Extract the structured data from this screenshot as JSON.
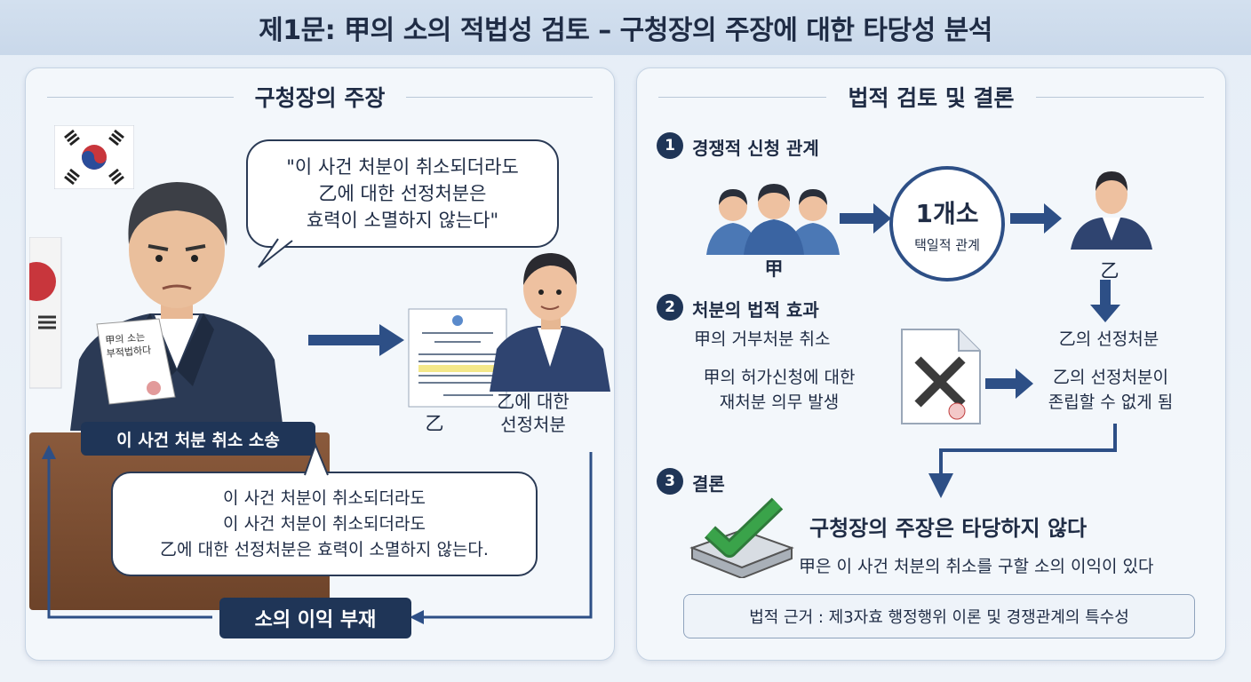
{
  "title": "제1문: 甲의 소의 적법성 검토 – 구청장의 주장에 대한 타당성 분석",
  "left": {
    "heading": "구청장의 주장",
    "top_bubble": [
      "\"이 사건 처분이 취소되더라도",
      "乙에 대한 선정처분은",
      "효력이 소멸하지 않는다\""
    ],
    "paper_text": [
      "甲의 소는",
      "부적법하다"
    ],
    "lawsuit_label": "이 사건 처분 취소 소송",
    "doc_label": "乙",
    "person_caption": [
      "乙에 대한",
      "선정처분"
    ],
    "bottom_bubble": [
      "이 사건 처분이 취소되더라도",
      "이 사건 처분이 취소되더라도",
      "乙에 대한 선정처분은 효력이 소멸하지 않는다."
    ],
    "no_interest_label": "소의 이익 부재"
  },
  "right": {
    "heading": "법적 검토 및 결론",
    "step1": {
      "num": "1",
      "label": "경쟁적 신청 관계",
      "group_label": "甲",
      "circle_main": "1개소",
      "circle_sub": "택일적 관계",
      "target_label": "乙"
    },
    "step2": {
      "num": "2",
      "label": "처분의 법적 효과",
      "sub": "甲의 거부처분 취소",
      "body": [
        "甲의 허가신청에 대한",
        "재처분 의무 발생"
      ],
      "selection_label": "乙의 선정처분",
      "result": [
        "乙의 선정처분이",
        "존립할 수 없게 됨"
      ]
    },
    "step3": {
      "num": "3",
      "label": "결론",
      "conclusion": "구청장의 주장은 타당하지 않다",
      "conclusion_sub": "甲은 이 사건 처분의 취소를 구할 소의 이익이 있다"
    },
    "legal_basis": "법적 근거 : 제3자효 행정행위 이론 및 경쟁관계의 특수성"
  },
  "colors": {
    "navy": "#1f3557",
    "arrow": "#2d4f86",
    "check": "#3aa34a",
    "cross": "#3b3b3b"
  }
}
